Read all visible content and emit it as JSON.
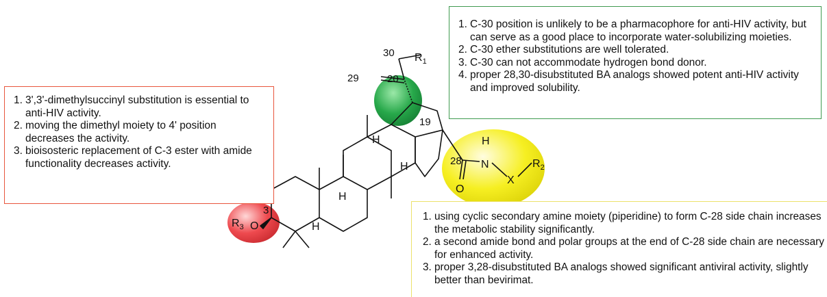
{
  "colors": {
    "red_region": "#ee4a4f",
    "green_region": "#27a84a",
    "yellow_region": "#f6ef22",
    "left_box_border": "#e8553c",
    "top_box_border": "#3f9a4f",
    "bottom_box_border": "#ece26a"
  },
  "molecule": {
    "labels": {
      "c30": "30",
      "r1": "R",
      "r1_sub": "1",
      "c20": "20",
      "c29": "29",
      "c19": "19",
      "c28": "28",
      "h_amide": "H",
      "n": "N",
      "x": "X",
      "r2": "R",
      "r2_sub": "2",
      "o_carbonyl": "O",
      "r3": "R",
      "r3_sub": "3",
      "o_ester": "O",
      "c3": "3",
      "h_13": "H",
      "h_18": "H",
      "h_9": "H",
      "h_5": "H"
    }
  },
  "left_box": {
    "items": [
      {
        "num": "1.",
        "text": "3',3'-dimethylsuccinyl substitution is essential to anti-HIV activity."
      },
      {
        "num": "2.",
        "text": "moving the dimethyl moiety to 4' position decreases the activity."
      },
      {
        "num": "3.",
        "text": "bioisosteric replacement of C-3 ester with amide functionality decreases activity."
      }
    ]
  },
  "top_box": {
    "items": [
      {
        "num": "1.",
        "text": "C-30 position is unlikely to be a pharmacophore for anti-HIV activity, but can serve as a good place to incorporate water-solubilizing moieties."
      },
      {
        "num": "2.",
        "text": "C-30 ether substitutions are well tolerated."
      },
      {
        "num": "3.",
        "text": "C-30 can not accommodate hydrogen bond donor."
      },
      {
        "num": "4.",
        "text": "proper 28,30-disubstituted BA analogs showed potent anti-HIV activity and improved solubility."
      }
    ]
  },
  "bottom_box": {
    "items": [
      {
        "num": "1.",
        "text": "using cyclic secondary amine moiety (piperidine) to form C-28 side chain increases the metabolic stability significantly."
      },
      {
        "num": "2.",
        "text": "a second amide bond and polar groups at the end of C-28 side chain are necessary for enhanced activity."
      },
      {
        "num": "3.",
        "text": "proper 3,28-disubstituted BA analogs showed significant antiviral activity, slightly better than bevirimat."
      }
    ]
  }
}
